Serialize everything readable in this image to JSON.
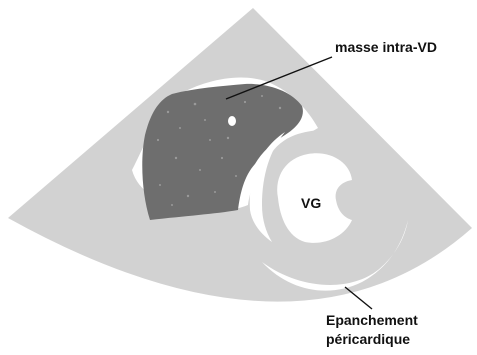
{
  "labels": {
    "mass": "masse intra-VD",
    "left_ventricle": "VG",
    "effusion_line1": "Epanchement",
    "effusion_line2": "péricardique"
  },
  "colors": {
    "background": "#ffffff",
    "sector": "#d2d2d2",
    "mass": "#6e6e6e",
    "mass_speckle": "#9a9a9a",
    "cavity": "#ffffff",
    "text": "#111111"
  }
}
